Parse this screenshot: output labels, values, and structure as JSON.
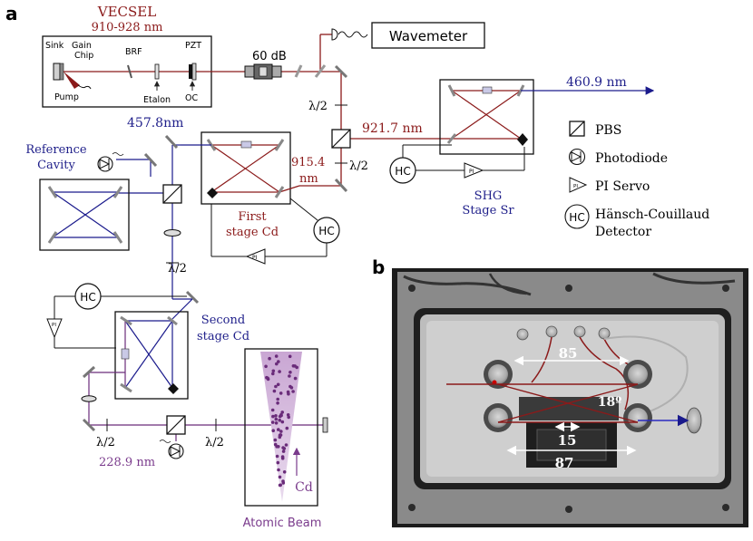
{
  "panels": {
    "a": "a",
    "b": "b"
  },
  "laser": {
    "name": "VECSEL",
    "range": "910-928 nm",
    "sink": "Sink",
    "gain_line1": "Gain",
    "gain_line2": "Chip",
    "brf": "BRF",
    "pzt": "PZT",
    "pump": "Pump",
    "etalon": "Etalon",
    "oc": "OC"
  },
  "isolator": "60 dB",
  "wavemeter": "Wavemeter",
  "wavelengths": {
    "w457": "457.8nm",
    "w921": "921.7 nm",
    "w460": "460.9 nm",
    "w915a": "915.4",
    "w915b": "nm",
    "w228": "228.9 nm"
  },
  "half_wave": "λ/2",
  "labels": {
    "ref_cavity_1": "Reference",
    "ref_cavity_2": "Cavity",
    "first_stage_1": "First",
    "first_stage_2": "stage Cd",
    "second_stage_1": "Second",
    "second_stage_2": "stage Cd",
    "shg_1": "SHG",
    "shg_2": "Stage Sr",
    "atomic_beam": "Atomic Beam",
    "cd": "Cd",
    "hc": "HC",
    "pi": "PI"
  },
  "legend": {
    "pbs": "PBS",
    "photodiode": "Photodiode",
    "pi_servo": "PI Servo",
    "hc_line1": "Hänsch-Couillaud",
    "hc_line2": "Detector"
  },
  "photo": {
    "dim_85": "85",
    "dim_18": "18º",
    "dim_15": "15",
    "dim_87": "87"
  },
  "colors": {
    "red_beam": "#8b1a1a",
    "blue_beam": "#1a1a8c",
    "purple_beam": "#6a2c7a",
    "text_red": "#8b1a1a",
    "text_blue": "#1f1f8a",
    "text_purple": "#7a3b8c"
  }
}
